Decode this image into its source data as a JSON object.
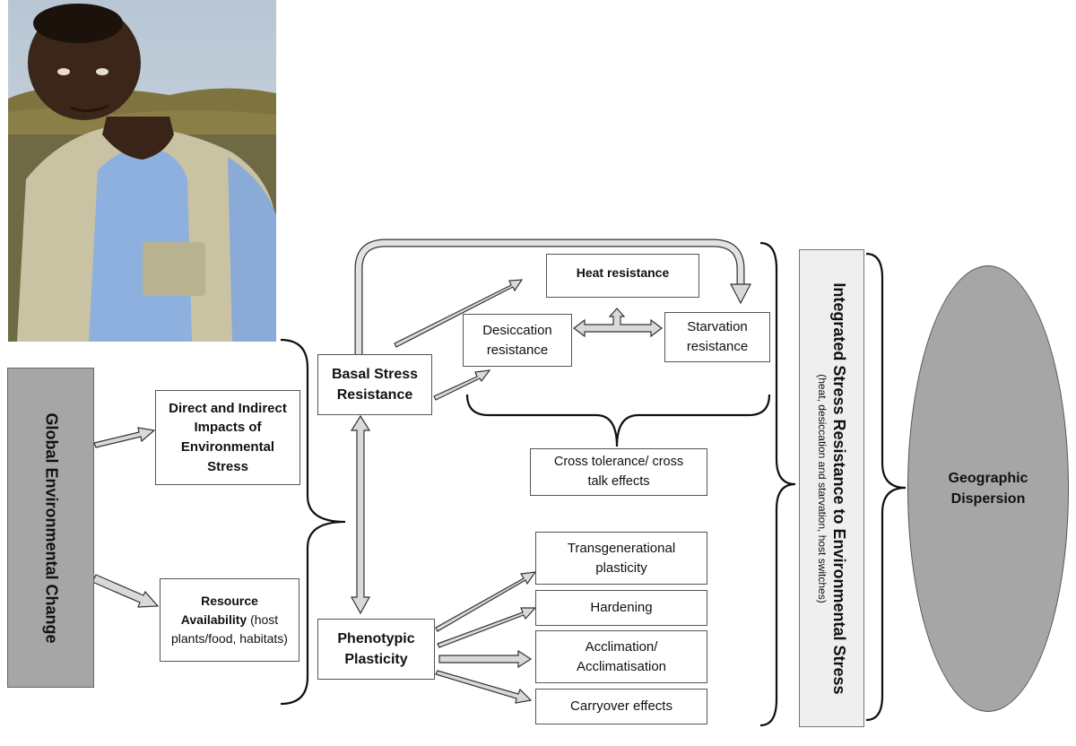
{
  "global_change": {
    "label": "Global Environmental Change"
  },
  "direct_indirect": {
    "label": "Direct and Indirect Impacts of Environmental Stress"
  },
  "resource": {
    "label_bold": "Resource Availability",
    "label_rest": " (host plants/food, habitats)"
  },
  "basal": {
    "label": "Basal Stress Resistance"
  },
  "phenotypic": {
    "label": "Phenotypic Plasticity"
  },
  "heat": {
    "label": "Heat resistance"
  },
  "desiccation": {
    "label": "Desiccation resistance"
  },
  "starvation": {
    "label": "Starvation resistance"
  },
  "cross": {
    "label": "Cross tolerance/ cross talk effects"
  },
  "transgenerational": {
    "label": "Transgenerational plasticity"
  },
  "hardening": {
    "label": "Hardening"
  },
  "acclimation": {
    "label": "Acclimation/ Acclimatisation"
  },
  "carryover": {
    "label": "Carryover effects"
  },
  "integrated": {
    "title": "Integrated Stress Resistance to Environmental Stress",
    "subtitle": "(heat, desiccation and starvation, host switches)"
  },
  "geographic": {
    "label": "Geographic Dispersion"
  },
  "colors": {
    "grey_fill": "#a6a6a6",
    "arrow_fill": "#d9d9d9",
    "light_fill": "#efefef"
  }
}
